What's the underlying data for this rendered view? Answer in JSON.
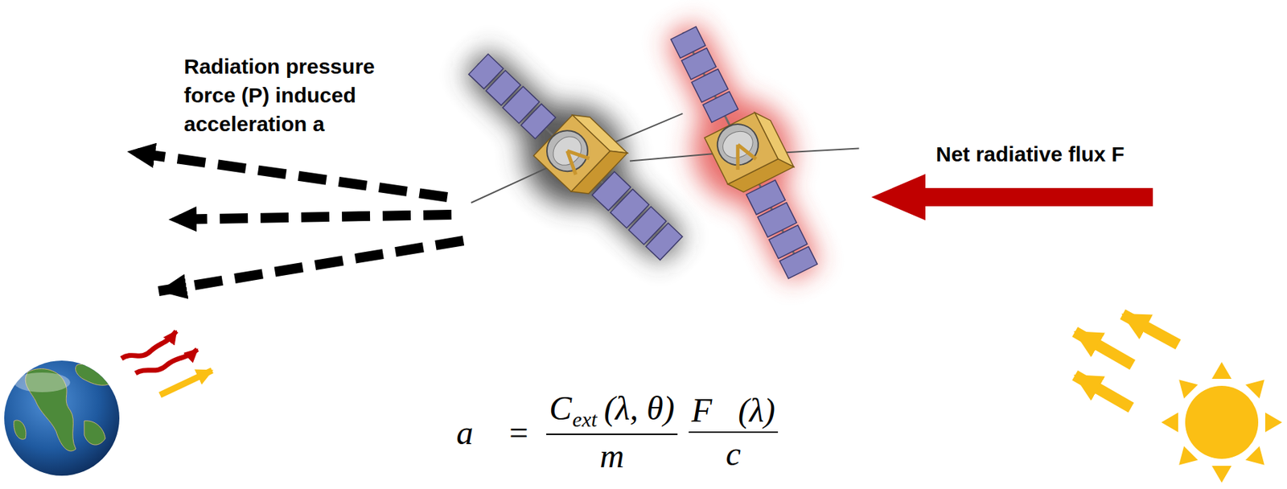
{
  "diagram": {
    "labels": [
      "Radiation pressure force (P) induced acceleration a",
      "Net radiative flux F",
      "a⃗",
      "=",
      "C",
      "ext",
      "(λ, θ)",
      "m",
      "F⃗(λ)",
      "c"
    ]
  }
}
